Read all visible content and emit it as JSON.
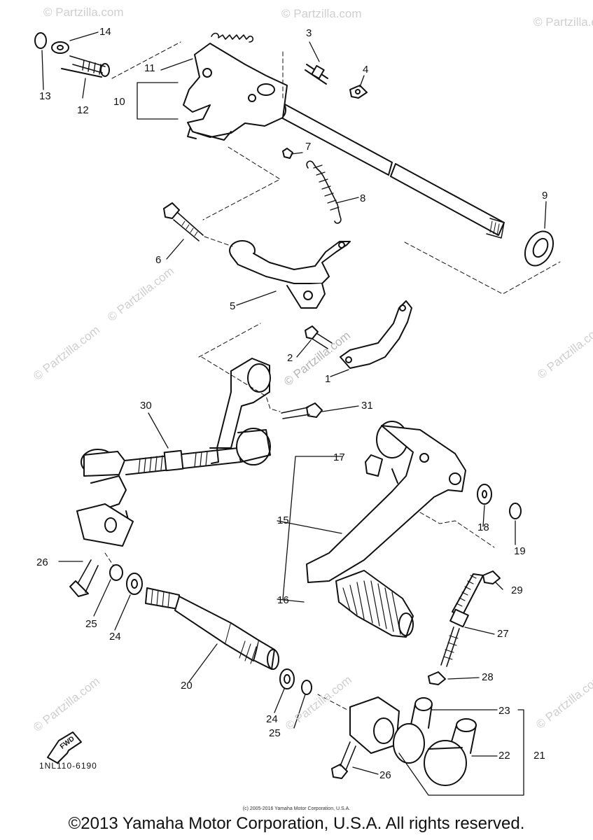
{
  "watermarks": [
    "© Partzilla.com",
    "© Partzilla.com",
    "© Partzilla.com",
    "© Partzilla.com",
    "© Partzilla.com",
    "© Partzilla.com",
    "© Partzilla.com",
    "© Partzilla.com",
    "© Partzilla.com",
    "© Partzilla.com"
  ],
  "callouts": [
    "1",
    "2",
    "3",
    "4",
    "5",
    "6",
    "7",
    "8",
    "9",
    "10",
    "11",
    "12",
    "13",
    "14",
    "15",
    "16",
    "17",
    "18",
    "19",
    "20",
    "21",
    "22",
    "23",
    "24",
    "24",
    "25",
    "25",
    "26",
    "26",
    "27",
    "28",
    "29",
    "30",
    "31"
  ],
  "fwd_label": "FWD",
  "drawing_code": "1NL110-6190",
  "copyright_small": "(c) 2005-2016 Yamaha Motor Corporation, U.S.A.",
  "copyright_main": "©2013 Yamaha Motor Corporation, U.S.A. All rights reserved."
}
